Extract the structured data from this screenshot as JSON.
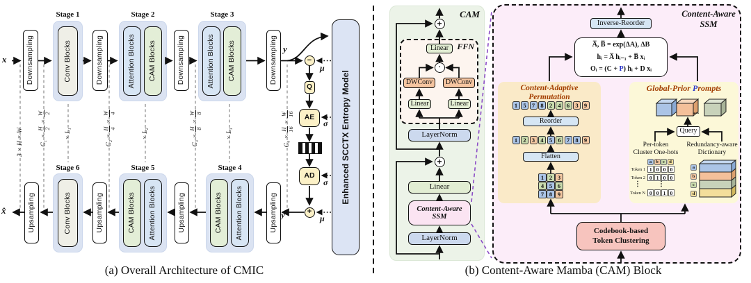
{
  "a": {
    "caption": "(a) Overall Architecture of CMIC",
    "x": "x",
    "x_hat": "x̂",
    "y": "y",
    "y_hat": "ŷ",
    "mu": "μ",
    "sigma": "σ",
    "minus": "−",
    "plus": "+",
    "q": "Q",
    "ae": "AE",
    "ad": "AD",
    "downsampling": "Downsampling",
    "upsampling": "Upsampling",
    "entropy_model": "Enhanced SCCTX Entropy Model",
    "stages_top": [
      {
        "title": "Stage 1",
        "b1": "Conv Blocks"
      },
      {
        "title": "Stage 2",
        "b1": "Attention Blocks",
        "b2": "CAM Blocks"
      },
      {
        "title": "Stage 3",
        "b1": "Attention Blocks",
        "b2": "CAM Blocks"
      }
    ],
    "stages_bottom": [
      {
        "title": "Stage 6",
        "b1": "Conv Blocks"
      },
      {
        "title": "Stage 5",
        "b1": "CAM Blocks",
        "b2": "Attention Blocks"
      },
      {
        "title": "Stage 4",
        "b1": "CAM Blocks",
        "b2": "Attention Blocks"
      }
    ],
    "bitstream": [
      "k",
      "w",
      "k",
      "w",
      "k",
      "w",
      "k"
    ],
    "dims": {
      "d0": "3 × H × W",
      "c1": {
        "p": "C₁ ×",
        "n1": "H",
        "d1": "2",
        "t": "×",
        "n2": "W",
        "d2": "2"
      },
      "l1": "× L₁",
      "c2": {
        "p": "C₂ ×",
        "n1": "H",
        "d1": "4",
        "t": "×",
        "n2": "W",
        "d2": "4"
      },
      "l2": "× L₂",
      "c3": {
        "p": "C₃ ×",
        "n1": "H",
        "d1": "8",
        "t": "×",
        "n2": "W",
        "d2": "8"
      },
      "l3": "× L₃",
      "c4": {
        "p": "C₄ ×",
        "n1": "H",
        "d1": "16",
        "t": "×",
        "n2": "W",
        "d2": "16"
      }
    }
  },
  "b": {
    "caption": "(b) Content-Aware Mamba (CAM) Block",
    "cam": {
      "title": "CAM",
      "ffn": "FFN",
      "linear": "Linear",
      "dwconv": "DWConv",
      "layernorm": "LayerNorm",
      "ssm1": "Content-Aware",
      "ssm2": "SSM",
      "plus": "+",
      "dot": "▪"
    },
    "ssm": {
      "title1": "Content-Aware",
      "title2": "SSM",
      "inverse_reorder": "Inverse-Reorder",
      "eq1": "A̅, B̅ = exp(ΔA), ΔB",
      "eq2": "hᵢ = A̅ hᵢ₋₁ + B̅ xᵢ",
      "eq3a": "Oᵢ = (C + ",
      "eq3b": "P",
      "eq3c": ") hᵢ + D xᵢ",
      "perm": {
        "title1": "Content-Adaptive",
        "title2": "Permutation",
        "reorder": "Reorder",
        "flatten": "Flatten",
        "permuted": [
          {
            "v": "1",
            "c": "a"
          },
          {
            "v": "5",
            "c": "a"
          },
          {
            "v": "7",
            "c": "a"
          },
          {
            "v": "8",
            "c": "a"
          },
          {
            "v": "2",
            "c": "b"
          },
          {
            "v": "4",
            "c": "b"
          },
          {
            "v": "6",
            "c": "b"
          },
          {
            "v": "3",
            "c": "c"
          },
          {
            "v": "9",
            "c": "c"
          }
        ],
        "sequence": [
          {
            "v": "1",
            "c": "a"
          },
          {
            "v": "2",
            "c": "b"
          },
          {
            "v": "3",
            "c": "c"
          },
          {
            "v": "4",
            "c": "b"
          },
          {
            "v": "5",
            "c": "a"
          },
          {
            "v": "6",
            "c": "b"
          },
          {
            "v": "7",
            "c": "a"
          },
          {
            "v": "8",
            "c": "a"
          },
          {
            "v": "9",
            "c": "c"
          }
        ],
        "grid": [
          {
            "v": "1",
            "c": "a"
          },
          {
            "v": "2",
            "c": "b"
          },
          {
            "v": "3",
            "c": "c"
          },
          {
            "v": "4",
            "c": "b"
          },
          {
            "v": "5",
            "c": "a"
          },
          {
            "v": "6",
            "c": "b"
          },
          {
            "v": "7",
            "c": "a"
          },
          {
            "v": "8",
            "c": "a"
          },
          {
            "v": "9",
            "c": "c"
          }
        ]
      },
      "prompts": {
        "t1": "Global-Prior ",
        "tp": "P",
        "t2": "rompts",
        "dots": "...",
        "query": "Query",
        "oh1": "Per-token",
        "oh2": "Cluster One-hots",
        "dict1": "Redundancy-aware",
        "dict2": "Dictionary",
        "headers": [
          {
            "v": "a",
            "c": "a"
          },
          {
            "v": "b",
            "c": "c"
          },
          {
            "v": "c",
            "c": "b"
          },
          {
            "v": "d",
            "c": "d"
          }
        ],
        "rows": [
          {
            "label": "Token 1",
            "bits": [
              "1",
              "0",
              "0",
              "0"
            ]
          },
          {
            "label": "Token 2",
            "bits": [
              "0",
              "1",
              "0",
              "0"
            ]
          },
          {
            "label": "Token N",
            "bits": [
              "0",
              "0",
              "1",
              "0"
            ]
          }
        ],
        "vdots": "⋮",
        "dict_tags": [
          {
            "v": "a",
            "c": "a"
          },
          {
            "v": "b",
            "c": "c"
          },
          {
            "v": "c",
            "c": "b"
          },
          {
            "v": "d",
            "c": "d"
          }
        ]
      },
      "codebook1": "Codebook-based",
      "codebook2": "Token Clustering"
    }
  },
  "colors": {
    "stage_container": "#dbe3f2",
    "conv_fill": "#efefe7",
    "attention_fill": "#d7e5f4",
    "cam_fill": "#e3eed7",
    "op_yellow": "#fcf1c7",
    "entropy_fill": "#dce4f4",
    "cam_panel_green": "#ecf3e8",
    "ffn_fill": "#fdf5ef",
    "dwconv_orange": "#f5c5a0",
    "layernorm_blue": "#ccd9ee",
    "linear_green": "#e2edd3",
    "ssm_pink": "#fbe4f2",
    "big_panel_pink": "#fcedf9",
    "permutation_bg": "#faeac8",
    "prompts_bg": "#fcf8d8",
    "lightblue_box": "#d6e6f4",
    "codebook_pink": "#f7c4be",
    "cluster_a_blue": "#abc4e6",
    "cluster_b_green": "#cadcae",
    "cluster_c_orange": "#f4c8a2",
    "cluster_d_yellow": "#f3de9b",
    "title_maroon": "#a33e00",
    "prompt_p_blue": "#2b35c8",
    "purple_dash": "#8b4bc6"
  }
}
